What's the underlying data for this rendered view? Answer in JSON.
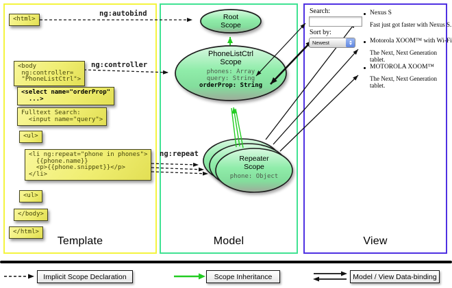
{
  "columns": {
    "template": "Template",
    "model": "Model",
    "view": "View"
  },
  "template_code": {
    "html_open": "<html>",
    "body_open": "<body\n ng:controller=\n \"PhoneListCtrl\">",
    "select_tag": "<select name=\"orderProp\"\n  ...>",
    "fulltext": "Fulltext Search:\n  <input name=\"query\">",
    "ul_open": "<ul>",
    "li_repeat": "<li ng:repeat=\"phone in phones\">\n  {{phone.name}}\n  <p>{{phone.snippet}}</p>\n</li>",
    "ul_close": "<ul>",
    "body_close": "</body>",
    "html_close": "</html>"
  },
  "directives": {
    "autobind": "ng:autobind",
    "controller": "ng:controller",
    "repeat": "ng:repeat"
  },
  "scopes": {
    "root": {
      "line1": "Root",
      "line2": "Scope"
    },
    "phonelist": {
      "line1": "PhoneListCtrl",
      "line2": "Scope",
      "prop1": "phones: Array",
      "prop2": "query: String",
      "prop3": "orderProp: String"
    },
    "repeater": {
      "line1": "Repeater",
      "line2": "Scope",
      "prop1": "phone: Object"
    }
  },
  "view": {
    "search_label": "Search:",
    "search_value": "",
    "sort_label": "Sort by:",
    "sort_value": "Newest",
    "items": [
      {
        "title": "Nexus S",
        "desc": "Fast just got faster with Nexus S."
      },
      {
        "title": "Motorola XOOM™ with Wi-Fi",
        "desc": "The Next, Next Generation tablet."
      },
      {
        "title": "MOTOROLA XOOM™",
        "desc": "The Next, Next Generation tablet."
      }
    ]
  },
  "legend": {
    "items": [
      "Implicit Scope Declaration",
      "Scope Inheritance",
      "Model / View Data-binding"
    ]
  },
  "colors": {
    "template_border": "#f4f43e",
    "model_border": "#3fe292",
    "view_border": "#4e30e2",
    "box_fill": "#f0ee72",
    "green_arrow": "#22cc22"
  }
}
